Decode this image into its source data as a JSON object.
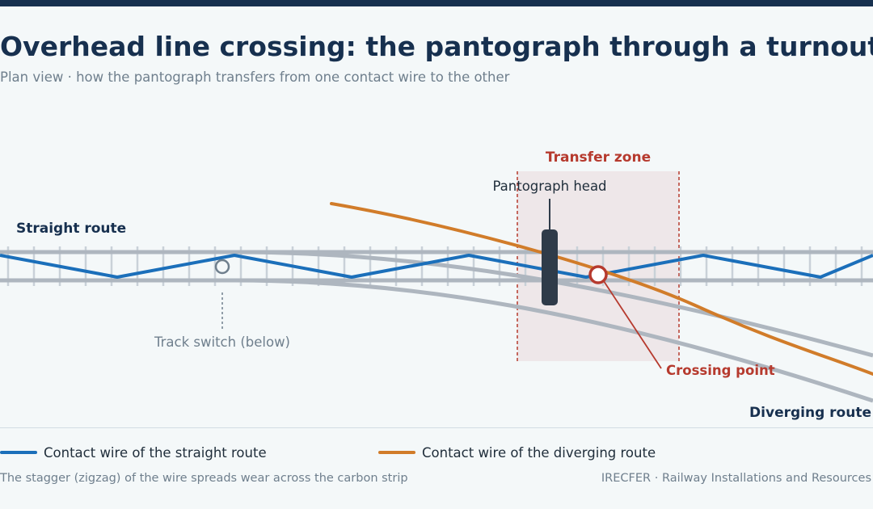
{
  "header": {
    "title": "Overhead line crossing: the pantograph through a turnout",
    "subtitle": "Plan view · how the pantograph transfers from one contact wire to the other"
  },
  "diagram": {
    "transfer_zone_label": "Transfer zone",
    "pantograph_label": "Pantograph head",
    "straight_route_label": "Straight route",
    "diverging_route_label": "Diverging route",
    "track_switch_label": "Track switch (below)",
    "crossing_point_label": "Crossing point"
  },
  "legend": {
    "straight_wire_label": "Contact wire of the straight route",
    "diverging_wire_label": "Contact wire of the diverging route"
  },
  "footer": {
    "note": "The stagger (zigzag) of the wire spreads wear across the carbon strip",
    "credit": "IRECFER · Railway Installations and Resources"
  },
  "colors": {
    "straight_wire": "#1b6fba",
    "diverging_wire": "#d17c2a",
    "rail": "#aeb6bf",
    "accent_red": "#b63a2e",
    "pantograph": "#2f3b49",
    "navy": "#17304f"
  }
}
